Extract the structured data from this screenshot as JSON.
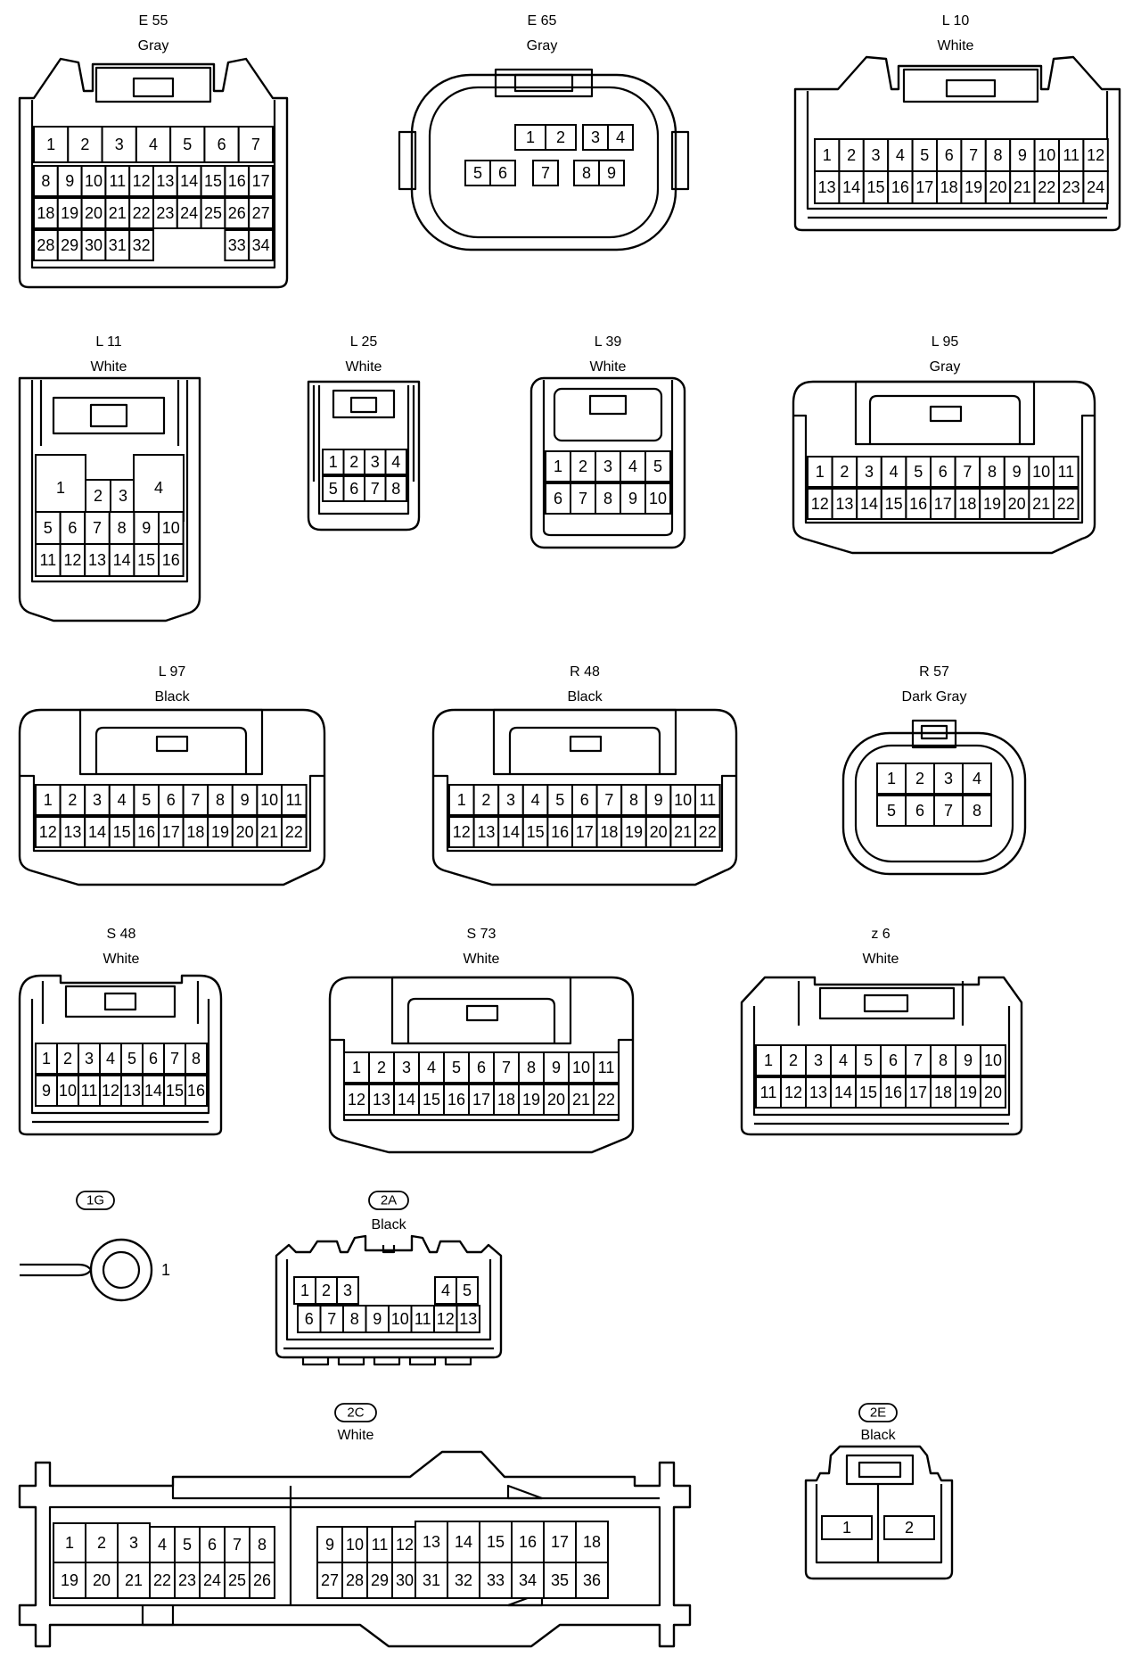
{
  "connectors": [
    {
      "key": "E55",
      "name": "E 55",
      "color": "Gray",
      "rows": [
        [
          "1",
          "2",
          "3",
          "4",
          "5",
          "6",
          "7"
        ],
        [
          "8",
          "9",
          "10",
          "11",
          "12",
          "13",
          "14",
          "15",
          "16",
          "17"
        ],
        [
          "18",
          "19",
          "20",
          "21",
          "22",
          "23",
          "24",
          "25",
          "26",
          "27"
        ],
        [
          "28",
          "29",
          "30",
          "31",
          "32",
          "33",
          "34"
        ]
      ]
    },
    {
      "key": "E65",
      "name": "E 65",
      "color": "Gray",
      "rows": [
        [
          "1",
          "2",
          "3",
          "4"
        ],
        [
          "5",
          "6",
          "7",
          "8",
          "9"
        ]
      ]
    },
    {
      "key": "L10",
      "name": "L 10",
      "color": "White",
      "rows": [
        [
          "1",
          "2",
          "3",
          "4",
          "5",
          "6",
          "7",
          "8",
          "9",
          "10",
          "11",
          "12"
        ],
        [
          "13",
          "14",
          "15",
          "16",
          "17",
          "18",
          "19",
          "20",
          "21",
          "22",
          "23",
          "24"
        ]
      ]
    },
    {
      "key": "L11",
      "name": "L 11",
      "color": "White",
      "rows": [
        [
          "1",
          "2",
          "3",
          "4"
        ],
        [
          "5",
          "6",
          "7",
          "8",
          "9",
          "10"
        ],
        [
          "11",
          "12",
          "13",
          "14",
          "15",
          "16"
        ]
      ]
    },
    {
      "key": "L25",
      "name": "L 25",
      "color": "White",
      "rows": [
        [
          "1",
          "2",
          "3",
          "4"
        ],
        [
          "5",
          "6",
          "7",
          "8"
        ]
      ]
    },
    {
      "key": "L39",
      "name": "L 39",
      "color": "White",
      "rows": [
        [
          "1",
          "2",
          "3",
          "4",
          "5"
        ],
        [
          "6",
          "7",
          "8",
          "9",
          "10"
        ]
      ]
    },
    {
      "key": "L95",
      "name": "L 95",
      "color": "Gray",
      "rows": [
        [
          "1",
          "2",
          "3",
          "4",
          "5",
          "6",
          "7",
          "8",
          "9",
          "10",
          "11"
        ],
        [
          "12",
          "13",
          "14",
          "15",
          "16",
          "17",
          "18",
          "19",
          "20",
          "21",
          "22"
        ]
      ]
    },
    {
      "key": "L97",
      "name": "L 97",
      "color": "Black",
      "rows": [
        [
          "1",
          "2",
          "3",
          "4",
          "5",
          "6",
          "7",
          "8",
          "9",
          "10",
          "11"
        ],
        [
          "12",
          "13",
          "14",
          "15",
          "16",
          "17",
          "18",
          "19",
          "20",
          "21",
          "22"
        ]
      ]
    },
    {
      "key": "R48",
      "name": "R 48",
      "color": "Black",
      "rows": [
        [
          "1",
          "2",
          "3",
          "4",
          "5",
          "6",
          "7",
          "8",
          "9",
          "10",
          "11"
        ],
        [
          "12",
          "13",
          "14",
          "15",
          "16",
          "17",
          "18",
          "19",
          "20",
          "21",
          "22"
        ]
      ]
    },
    {
      "key": "R57",
      "name": "R 57",
      "color": "Dark Gray",
      "rows": [
        [
          "1",
          "2",
          "3",
          "4"
        ],
        [
          "5",
          "6",
          "7",
          "8"
        ]
      ]
    },
    {
      "key": "S48",
      "name": "S 48",
      "color": "White",
      "rows": [
        [
          "1",
          "2",
          "3",
          "4",
          "5",
          "6",
          "7",
          "8"
        ],
        [
          "9",
          "10",
          "11",
          "12",
          "13",
          "14",
          "15",
          "16"
        ]
      ]
    },
    {
      "key": "S73",
      "name": "S 73",
      "color": "White",
      "rows": [
        [
          "1",
          "2",
          "3",
          "4",
          "5",
          "6",
          "7",
          "8",
          "9",
          "10",
          "11"
        ],
        [
          "12",
          "13",
          "14",
          "15",
          "16",
          "17",
          "18",
          "19",
          "20",
          "21",
          "22"
        ]
      ]
    },
    {
      "key": "z6",
      "name": "z 6",
      "color": "White",
      "rows": [
        [
          "1",
          "2",
          "3",
          "4",
          "5",
          "6",
          "7",
          "8",
          "9",
          "10"
        ],
        [
          "11",
          "12",
          "13",
          "14",
          "15",
          "16",
          "17",
          "18",
          "19",
          "20"
        ]
      ]
    },
    {
      "key": "1G",
      "name": "1G",
      "color": "",
      "rows": [
        [
          "1"
        ]
      ]
    },
    {
      "key": "2A",
      "name": "2A",
      "color": "Black",
      "rows": [
        [
          "1",
          "2",
          "3",
          "4",
          "5"
        ],
        [
          "6",
          "7",
          "8",
          "9",
          "10",
          "11",
          "12",
          "13"
        ]
      ]
    },
    {
      "key": "2C",
      "name": "2C",
      "color": "White",
      "rows": [
        [
          "1",
          "2",
          "3",
          "4",
          "5",
          "6",
          "7",
          "8",
          "9",
          "10",
          "11",
          "12",
          "13",
          "14",
          "15",
          "16",
          "17",
          "18"
        ],
        [
          "19",
          "20",
          "21",
          "22",
          "23",
          "24",
          "25",
          "26",
          "27",
          "28",
          "29",
          "30",
          "31",
          "32",
          "33",
          "34",
          "35",
          "36"
        ]
      ]
    },
    {
      "key": "2E",
      "name": "2E",
      "color": "Black",
      "rows": [
        [
          "1",
          "2"
        ]
      ]
    }
  ]
}
